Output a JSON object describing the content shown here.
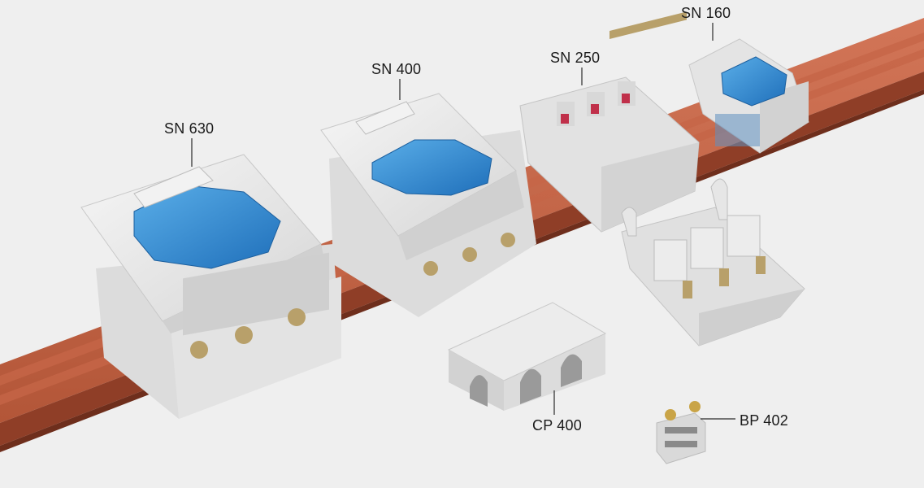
{
  "labels": {
    "sn160": "SN 160",
    "sn250": "SN 250",
    "sn400": "SN 400",
    "sn630": "SN 630",
    "cp400": "CP 400",
    "bp402": "BP 402"
  },
  "colors": {
    "background": "#efefef",
    "busbar": "#b85a3e",
    "housing": "#e6e6e6",
    "cover": "#3d8fd6",
    "terminal": "#b8a06a"
  }
}
